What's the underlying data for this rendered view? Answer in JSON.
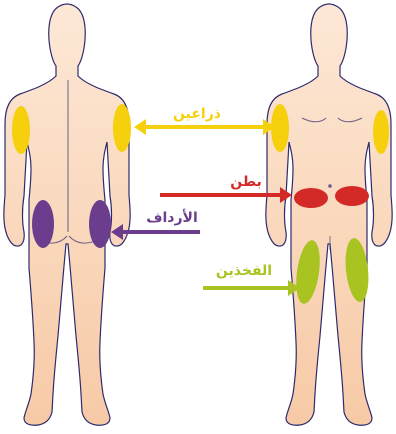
{
  "labels": {
    "arms": "ذراعين",
    "belly": "بطن",
    "buttocks": "الأرداف",
    "thighs": "الفخذين"
  },
  "colors": {
    "skin_light": "#fde8d6",
    "skin_dark": "#f5c39b",
    "outline": "#2e2a6e",
    "arms": "#f6d00c",
    "belly": "#d42a27",
    "buttocks": "#6b3d8c",
    "thighs": "#a9c321"
  }
}
